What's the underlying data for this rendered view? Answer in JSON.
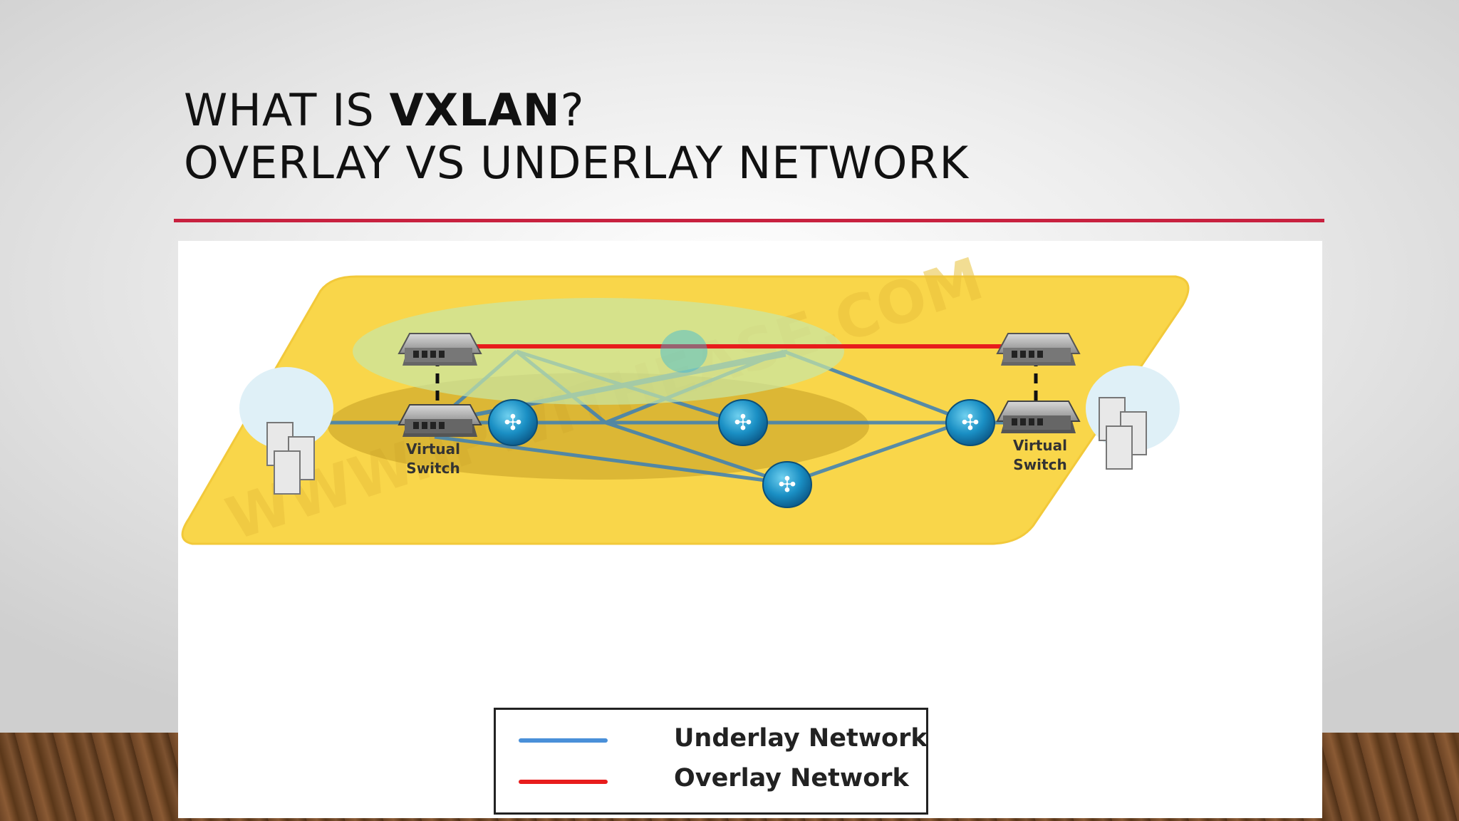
{
  "slide": {
    "title_prefix": "WHAT IS ",
    "title_bold": "VXLAN",
    "title_suffix": "?",
    "title_line2": "OVERLAY VS UNDERLAY NETWORK",
    "accent_color": "#c8213f"
  },
  "diagram": {
    "left_switch_label_line1": "Virtual",
    "left_switch_label_line2": "Switch",
    "right_switch_label_line1": "Virtual",
    "right_switch_label_line2": "Switch",
    "watermark": "WWW.IPWITHEASE.COM",
    "underlay_color": "#4a90d9",
    "overlay_color": "#e81c1c",
    "plane_color": "#f7cf3a"
  },
  "legend": {
    "underlay_label": "Underlay Network",
    "overlay_label": "Overlay Network"
  }
}
